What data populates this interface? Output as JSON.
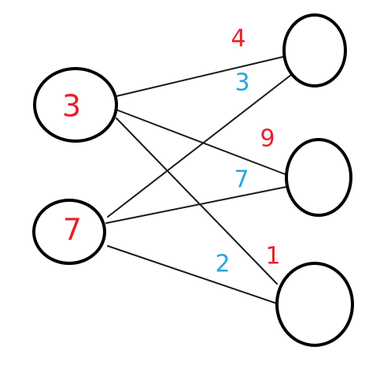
{
  "colors": {
    "node_stroke": "#000000",
    "edge_stroke": "#1a1a1a",
    "label_red": "#e8202a",
    "label_blue": "#27a6e0"
  },
  "nodes": {
    "left_top": {
      "label": "3"
    },
    "left_bottom": {
      "label": "7"
    },
    "right_top": {
      "label": ""
    },
    "right_middle": {
      "label": ""
    },
    "right_bottom": {
      "label": ""
    }
  },
  "edge_labels": {
    "red": [
      "4",
      "9",
      "1"
    ],
    "blue": [
      "3",
      "7",
      "2"
    ]
  }
}
